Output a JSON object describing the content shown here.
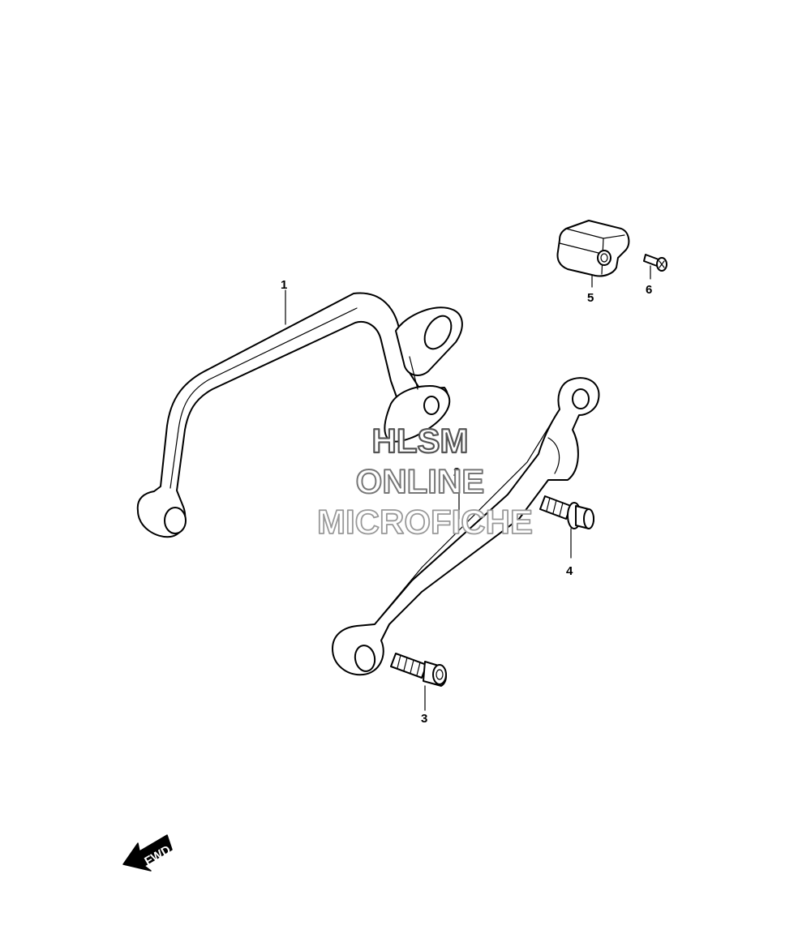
{
  "callouts": [
    {
      "id": "1",
      "label": "1"
    },
    {
      "id": "2",
      "label": "2"
    },
    {
      "id": "3",
      "label": "3"
    },
    {
      "id": "4",
      "label": "4"
    },
    {
      "id": "5",
      "label": "5"
    },
    {
      "id": "6",
      "label": "6"
    }
  ],
  "watermark": {
    "line1": "HLSM",
    "line2": "ONLINE",
    "line3": "MICROFICHE"
  },
  "fwd_arrow": {
    "label": "FWD"
  },
  "colors": {
    "line": "#000000",
    "background": "#ffffff",
    "watermark_stroke": "#555555"
  }
}
